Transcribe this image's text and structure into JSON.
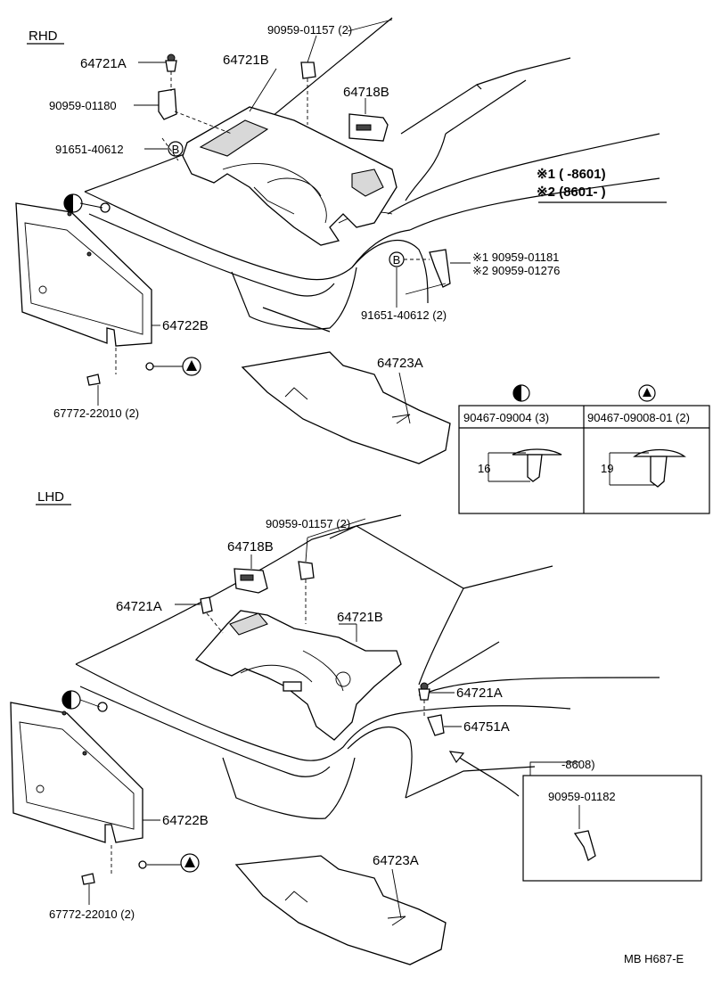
{
  "sections": {
    "rhd": "RHD",
    "lhd": "LHD"
  },
  "notes": {
    "n1": "※1 (      -8601)",
    "n2": "※2 (8601-        )"
  },
  "rhd_labels": {
    "p1": "64721A",
    "p2": "64721B",
    "p3": "90959-01157 (2)",
    "p4": "64718B",
    "p5": "90959-01180",
    "p6": "91651-40612",
    "p7": "64722B",
    "p8": "※1 90959-01181",
    "p9": "※2 90959-01276",
    "p10": "91651-40612 (2)",
    "p11": "64723A",
    "p12": "67772-22010 (2)"
  },
  "clip_table": {
    "col1": "90467-09004 (3)",
    "col2": "90467-09008-01 (2)",
    "dim1": "16",
    "dim2": "19"
  },
  "lhd_labels": {
    "p1": "90959-01157 (2)",
    "p2": "64718B",
    "p3": "64721A",
    "p4": "64721B",
    "p5": "64721A",
    "p6": "64751A",
    "p7": "64722B",
    "p8": "64723A",
    "p9": "67772-22010 (2)"
  },
  "inset": {
    "range": "-8608)",
    "part": "90959-01182"
  },
  "markers": {
    "b": "B"
  },
  "footer": "MB  H687-E"
}
